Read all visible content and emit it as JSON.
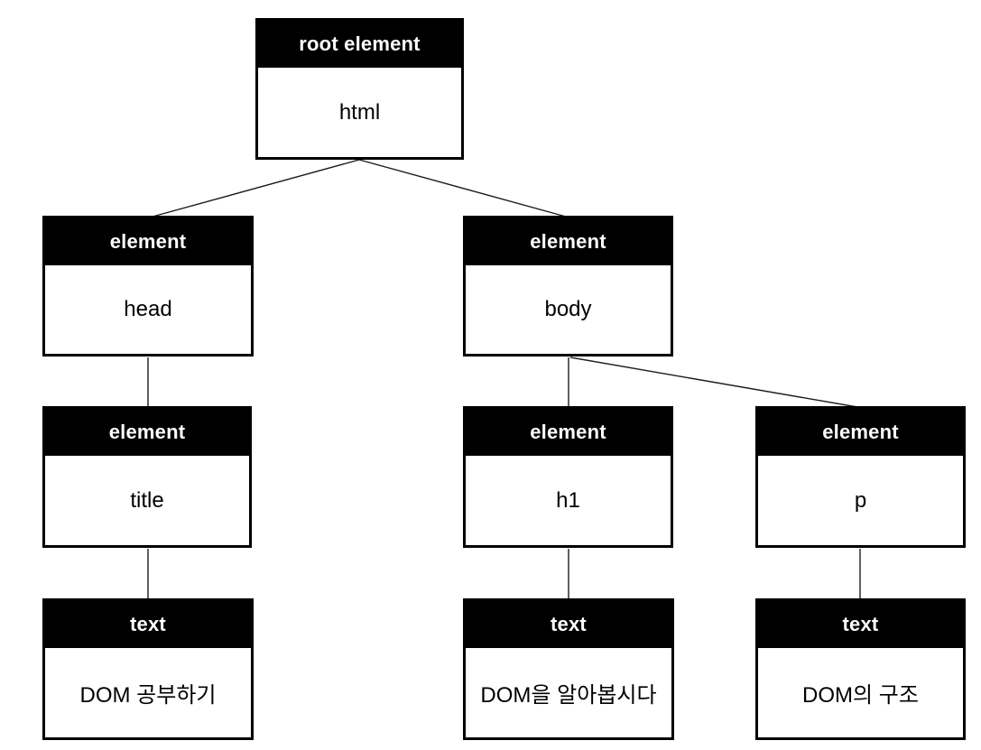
{
  "diagram": {
    "kind": "dom-tree",
    "nodes": {
      "html": {
        "type": "root element",
        "label": "html"
      },
      "head": {
        "type": "element",
        "label": "head"
      },
      "body": {
        "type": "element",
        "label": "body"
      },
      "title": {
        "type": "element",
        "label": "title"
      },
      "h1": {
        "type": "element",
        "label": "h1"
      },
      "p": {
        "type": "element",
        "label": "p"
      },
      "titleText": {
        "type": "text",
        "label": "DOM 공부하기"
      },
      "h1Text": {
        "type": "text",
        "label": "DOM을 알아봅시다"
      },
      "pText": {
        "type": "text",
        "label": "DOM의 구조"
      }
    },
    "edges": [
      {
        "from": "html",
        "to": "head"
      },
      {
        "from": "html",
        "to": "body"
      },
      {
        "from": "head",
        "to": "title"
      },
      {
        "from": "title",
        "to": "titleText"
      },
      {
        "from": "body",
        "to": "h1"
      },
      {
        "from": "body",
        "to": "p"
      },
      {
        "from": "h1",
        "to": "h1Text"
      },
      {
        "from": "p",
        "to": "pText"
      }
    ],
    "colors": {
      "node_header_bg": "#000000",
      "node_header_text": "#ffffff",
      "node_body_bg": "#ffffff",
      "node_body_text": "#000000",
      "border": "#000000",
      "connector": "#1c1c1c",
      "background": "#ffffff"
    }
  }
}
